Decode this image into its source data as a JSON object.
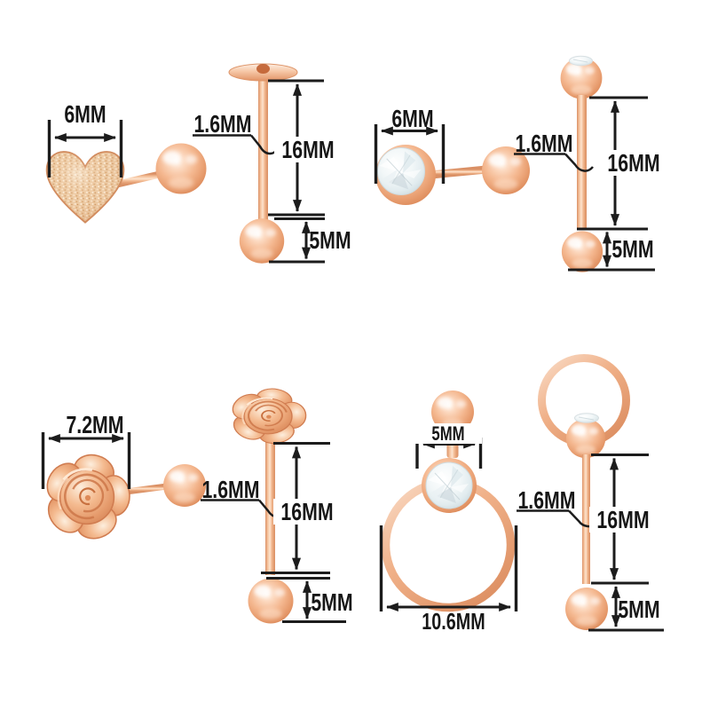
{
  "image": {
    "background": "#ffffff"
  },
  "colors": {
    "rose_gold_highlight": "#fde4cf",
    "rose_gold_mid": "#f3b791",
    "rose_gold_deep": "#d8845a",
    "crystal": "#eef4f6",
    "annotation": "#1c1c1c"
  },
  "annotations": {
    "q1": {
      "width": "6MM",
      "gauge": "1.6MM",
      "length": "16MM",
      "ball": "5MM"
    },
    "q2": {
      "width": "6MM",
      "gauge": "1.6MM",
      "length": "16MM",
      "ball": "5MM"
    },
    "q3": {
      "width": "7.2MM",
      "gauge": "1.6MM",
      "length": "16MM",
      "ball": "5MM"
    },
    "q4": {
      "bead": "5MM",
      "ring": "10.6MM",
      "gauge": "1.6MM",
      "length": "16MM",
      "ball": "5MM"
    }
  }
}
